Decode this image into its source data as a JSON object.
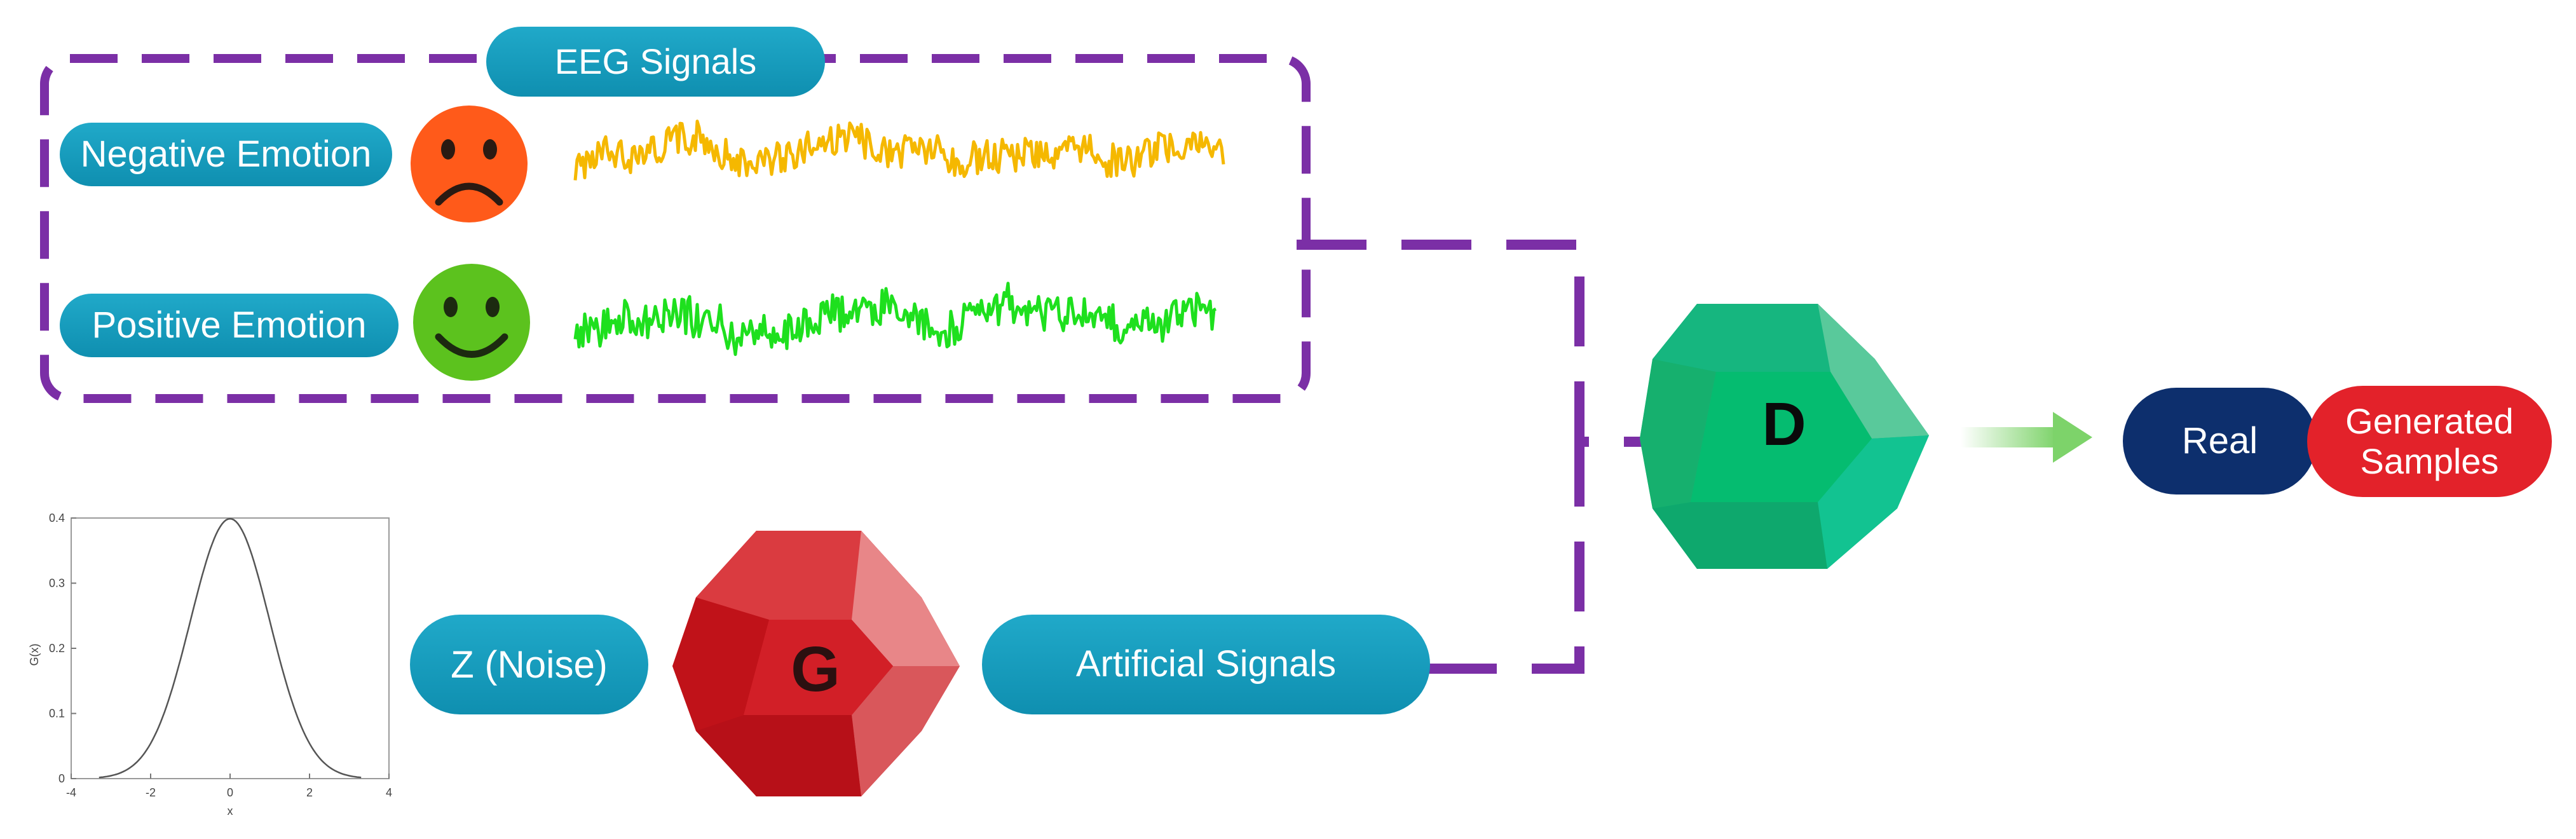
{
  "labels": {
    "eeg_signals": "EEG Signals",
    "negative_emotion": "Negative Emotion",
    "positive_emotion": "Positive Emotion",
    "noise": "Z (Noise)",
    "artificial_signals": "Artificial Signals",
    "real": "Real",
    "generated_samples": "Generated\nSamples",
    "generator_letter": "G",
    "discriminator_letter": "D"
  },
  "colors": {
    "pill_teal": "#1aa2c2",
    "dashed_frame": "#7b2fa6",
    "real_pill": "#0d2f6d",
    "generated_pill": "#e3222a",
    "negative_signal": "#f5b800",
    "positive_signal": "#1ee01e",
    "sad_face": "#ff5a1a",
    "happy_face": "#5cc21e",
    "generator": "#d9262e",
    "discriminator": "#10bd7c",
    "arrow": "#7dd36a"
  },
  "icons": [
    "sad-face-icon",
    "happy-face-icon",
    "generator-dodecahedron-icon",
    "discriminator-dodecahedron-icon",
    "arrow-right-icon"
  ],
  "chart_data": {
    "type": "line",
    "title": "",
    "xlabel": "x",
    "ylabel": "G(x)",
    "xlim": [
      -4,
      4
    ],
    "ylim": [
      0,
      0.4
    ],
    "x_ticks": [
      -4,
      -2,
      0,
      2,
      4
    ],
    "y_ticks": [
      0,
      0.1,
      0.2,
      0.3,
      0.4
    ],
    "series": [
      {
        "function": "standard normal pdf",
        "x": [
          -3,
          -2.5,
          -2,
          -1.5,
          -1,
          -0.5,
          0,
          0.5,
          1,
          1.5,
          2,
          2.5,
          3
        ],
        "y": [
          0.004,
          0.018,
          0.054,
          0.13,
          0.242,
          0.352,
          0.399,
          0.352,
          0.242,
          0.13,
          0.054,
          0.018,
          0.004
        ]
      }
    ],
    "grid": false
  }
}
